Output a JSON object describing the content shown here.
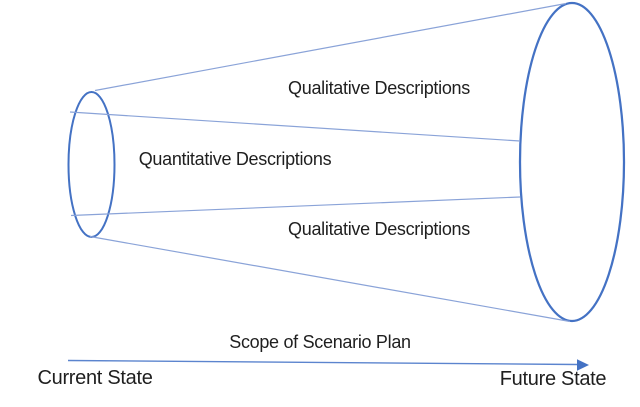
{
  "diagram": {
    "labels": {
      "qualitative_top": "Qualitative Descriptions",
      "quantitative": "Quantitative Descriptions",
      "qualitative_bottom": "Qualitative Descriptions",
      "scope": "Scope of Scenario Plan",
      "current_state": "Current State",
      "future_state": "Future State"
    },
    "colors": {
      "shape_stroke": "#4472C4",
      "connector_stroke": "#8AA3D8",
      "arrow_stroke": "#5B84CE",
      "arrow_fill": "#4472C4",
      "text": "#1F1F1F",
      "background": "#FFFFFF"
    }
  }
}
